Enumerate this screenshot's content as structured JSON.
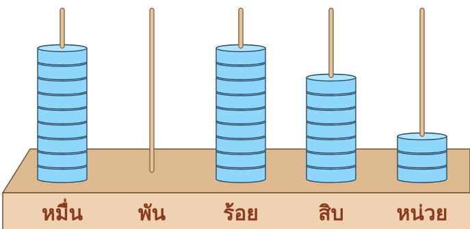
{
  "abacus": {
    "colors": {
      "base_top": "#ddb98f",
      "base_front": "#eed2b2",
      "base_stroke": "#6e5137",
      "rod": "#e2c39a",
      "rod_stroke": "#7a5a3c",
      "bead_fill": "#8fd6fb",
      "bead_top": "#b4e5ff",
      "bead_stroke": "#2a4b66",
      "label": "#8a3a1e"
    },
    "rods": [
      {
        "label": "หมื่น",
        "beads": 9
      },
      {
        "label": "พัน",
        "beads": 0
      },
      {
        "label": "ร้อย",
        "beads": 9
      },
      {
        "label": "สิบ",
        "beads": 7
      },
      {
        "label": "หน่วย",
        "beads": 3
      }
    ]
  }
}
